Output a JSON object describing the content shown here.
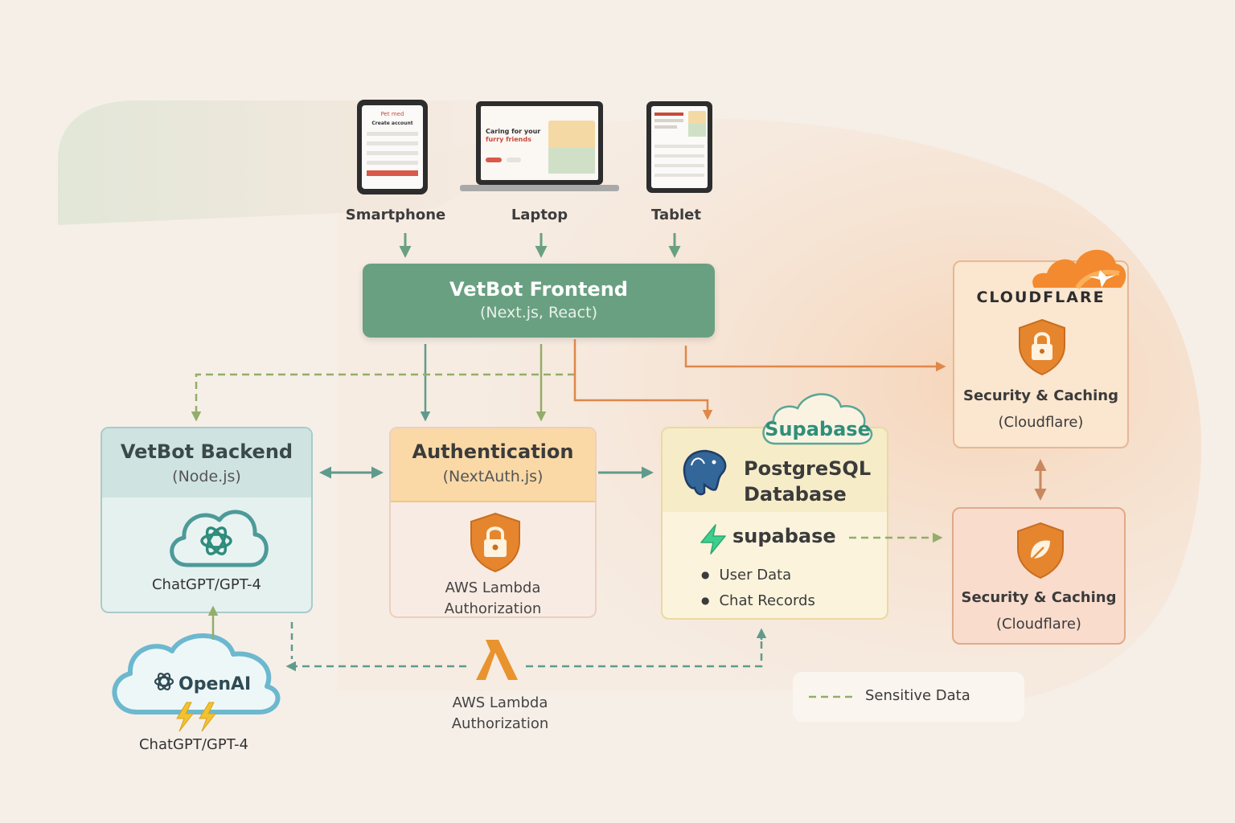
{
  "devices": {
    "smartphone": {
      "label": "Smartphone",
      "screen_brand": "Pet med",
      "screen_heading": "Create account"
    },
    "laptop": {
      "label": "Laptop",
      "screen_tagline_1": "Caring for your",
      "screen_tagline_2": "furry friends"
    },
    "tablet": {
      "label": "Tablet"
    }
  },
  "frontend": {
    "title": "VetBot Frontend",
    "subtitle": "(Next.js, React)"
  },
  "backend": {
    "title": "VetBot Backend",
    "subtitle": "(Node.js)",
    "ai_label": "ChatGPT/GPT-4"
  },
  "auth": {
    "title": "Authentication",
    "subtitle": "(NextAuth.js)",
    "lambda_line1": "AWS Lambda",
    "lambda_line2": "Authorization"
  },
  "database": {
    "badge": "Supabase",
    "title_line1": "PostgreSQL",
    "title_line2": "Database",
    "brand": "supabase",
    "items": [
      "User Data",
      "Chat Records"
    ]
  },
  "cloudflare_top": {
    "brand": "CLOUDFLARE",
    "label_line1": "Security & Caching",
    "label_line2": "(Cloudflare)"
  },
  "cloudflare_bottom": {
    "label_line1": "Security & Caching",
    "label_line2": "(Cloudflare)"
  },
  "openai": {
    "brand": "OpenAI",
    "label": "ChatGPT/GPT-4"
  },
  "lambda_bottom": {
    "line1": "AWS Lambda",
    "line2": "Authorization"
  },
  "legend": {
    "sensitive": "Sensitive Data"
  },
  "colors": {
    "green": "#6aa082",
    "teal": "#5f9b8c",
    "olive": "#93ad6a",
    "orange": "#e0874a",
    "brown": "#c9875f",
    "lambda_orange": "#e8932e"
  }
}
